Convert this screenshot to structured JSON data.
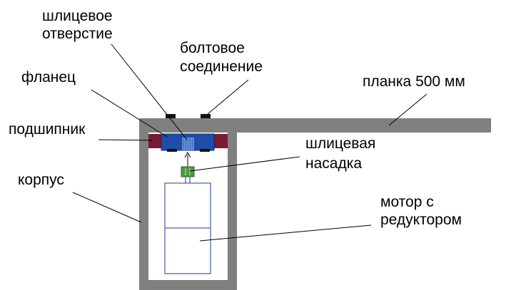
{
  "labels": {
    "spline_hole_1": "шлицевое",
    "spline_hole_2": "отверстие",
    "bolt_joint_1": "болтовое",
    "bolt_joint_2": "соединение",
    "flange": "фланец",
    "plank": "планка 500 мм",
    "bearing": "подшипник",
    "spline_adapter_1": "шлицевая",
    "spline_adapter_2": "насадка",
    "housing": "корпус",
    "motor_1": "мотор с",
    "motor_2": "редуктором"
  },
  "colors": {
    "structure": "#808080",
    "flange": "#1f4ea8",
    "bearing": "#7b1a33",
    "adapter": "#4f9a3a",
    "motor": "#2a3a8c",
    "bolt": "#111111",
    "leader": "#000000"
  }
}
